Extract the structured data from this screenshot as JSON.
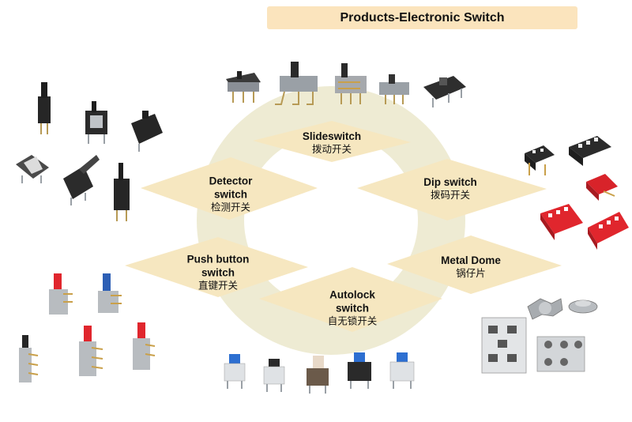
{
  "title": "Products-Electronic Switch",
  "categories": {
    "slide": {
      "en": "Slideswitch",
      "cn": "拨动开关"
    },
    "detector": {
      "en1": "Detector",
      "en2": "switch",
      "cn": "检测开关"
    },
    "dip": {
      "en": "Dip switch",
      "cn": "拨码开关"
    },
    "push": {
      "en1": "Push button",
      "en2": "switch",
      "cn": "直键开关"
    },
    "metal": {
      "en": "Metal Dome",
      "cn": "锅仔片"
    },
    "autolock": {
      "en1": "Autolock",
      "en2": "switch",
      "cn": "自无锁开关"
    }
  },
  "colors": {
    "title_bg": "#fbe4bd",
    "rhombus": "#f6e7c0",
    "ring": "#eeebd3"
  }
}
